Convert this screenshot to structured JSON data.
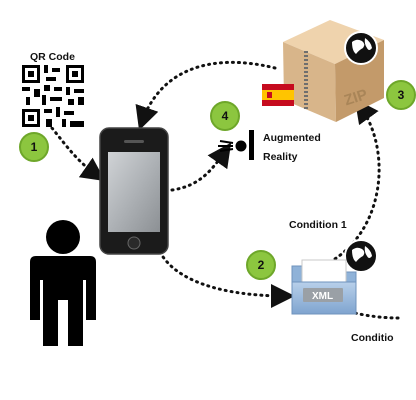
{
  "labels": {
    "qr_code": "QR Code",
    "augmented_reality_line1": "Augmented",
    "augmented_reality_line2": "Reality",
    "condition_1": "Condition 1",
    "condition_cut": "Conditio",
    "zip_text": "ZIP",
    "xml_text": "XML"
  },
  "steps": [
    {
      "id": "step-1",
      "number": "1"
    },
    {
      "id": "step-2",
      "number": "2"
    },
    {
      "id": "step-4",
      "number": "4"
    },
    {
      "id": "step-3",
      "number": "3"
    }
  ],
  "colors": {
    "badge_green": "#8cc63f",
    "badge_border": "#6ea72a",
    "flag_red": "#c60b1e",
    "flag_yellow": "#ffc400",
    "box_tan": "#d8b58a",
    "folder_blue": "#8fb2d8"
  },
  "icons": [
    "qr-code-icon",
    "smartphone-icon",
    "person-icon",
    "zip-archive-icon",
    "globe-icon",
    "spain-flag-icon",
    "xml-folder-icon",
    "augmented-reality-icon"
  ]
}
